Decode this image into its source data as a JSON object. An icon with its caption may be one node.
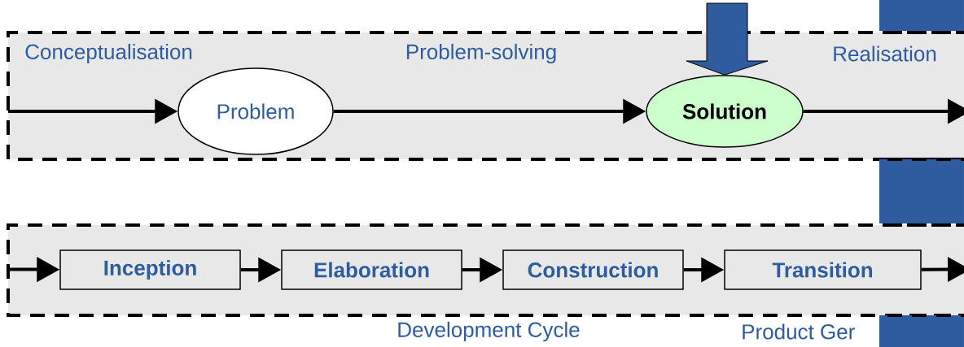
{
  "diagram": {
    "nodes": [
      {
        "text": [
          "Conceptualisation",
          "Problem-solving",
          "Realisation"
        ]
      },
      {
        "text": [
          "Problem"
        ],
        "in": 0
      },
      {
        "text": [
          "Solution"
        ],
        "in": 0
      },
      {
        "text": [
          "Development Cycle",
          "Product Ger"
        ]
      },
      {
        "text": [
          "Inception"
        ],
        "in": 3
      },
      {
        "text": [
          "Elaboration"
        ],
        "in": 3
      },
      {
        "text": [
          "Construction"
        ],
        "in": 3
      },
      {
        "text": [
          "Transition"
        ],
        "in": 3
      },
      {
        "text": [],
        "shape": "box"
      },
      {
        "text": [],
        "shape": "box"
      },
      {
        "text": [],
        "shape": "box"
      }
    ],
    "edges": [
      {
        "from": null,
        "to": 1,
        "arrow": "to"
      },
      {
        "from": 1,
        "to": 2,
        "arrow": "to"
      },
      {
        "from": 2,
        "to": null,
        "arrow": "to"
      },
      {
        "from": null,
        "to": 2,
        "arrow": "to",
        "style": "thick",
        "color": "#2e5c9e"
      },
      {
        "from": null,
        "to": 4,
        "arrow": "to"
      },
      {
        "from": 4,
        "to": 5,
        "arrow": "to"
      },
      {
        "from": 5,
        "to": 6,
        "arrow": "to"
      },
      {
        "from": 6,
        "to": 7,
        "arrow": "to"
      },
      {
        "from": 7,
        "to": null,
        "arrow": "to"
      }
    ]
  }
}
